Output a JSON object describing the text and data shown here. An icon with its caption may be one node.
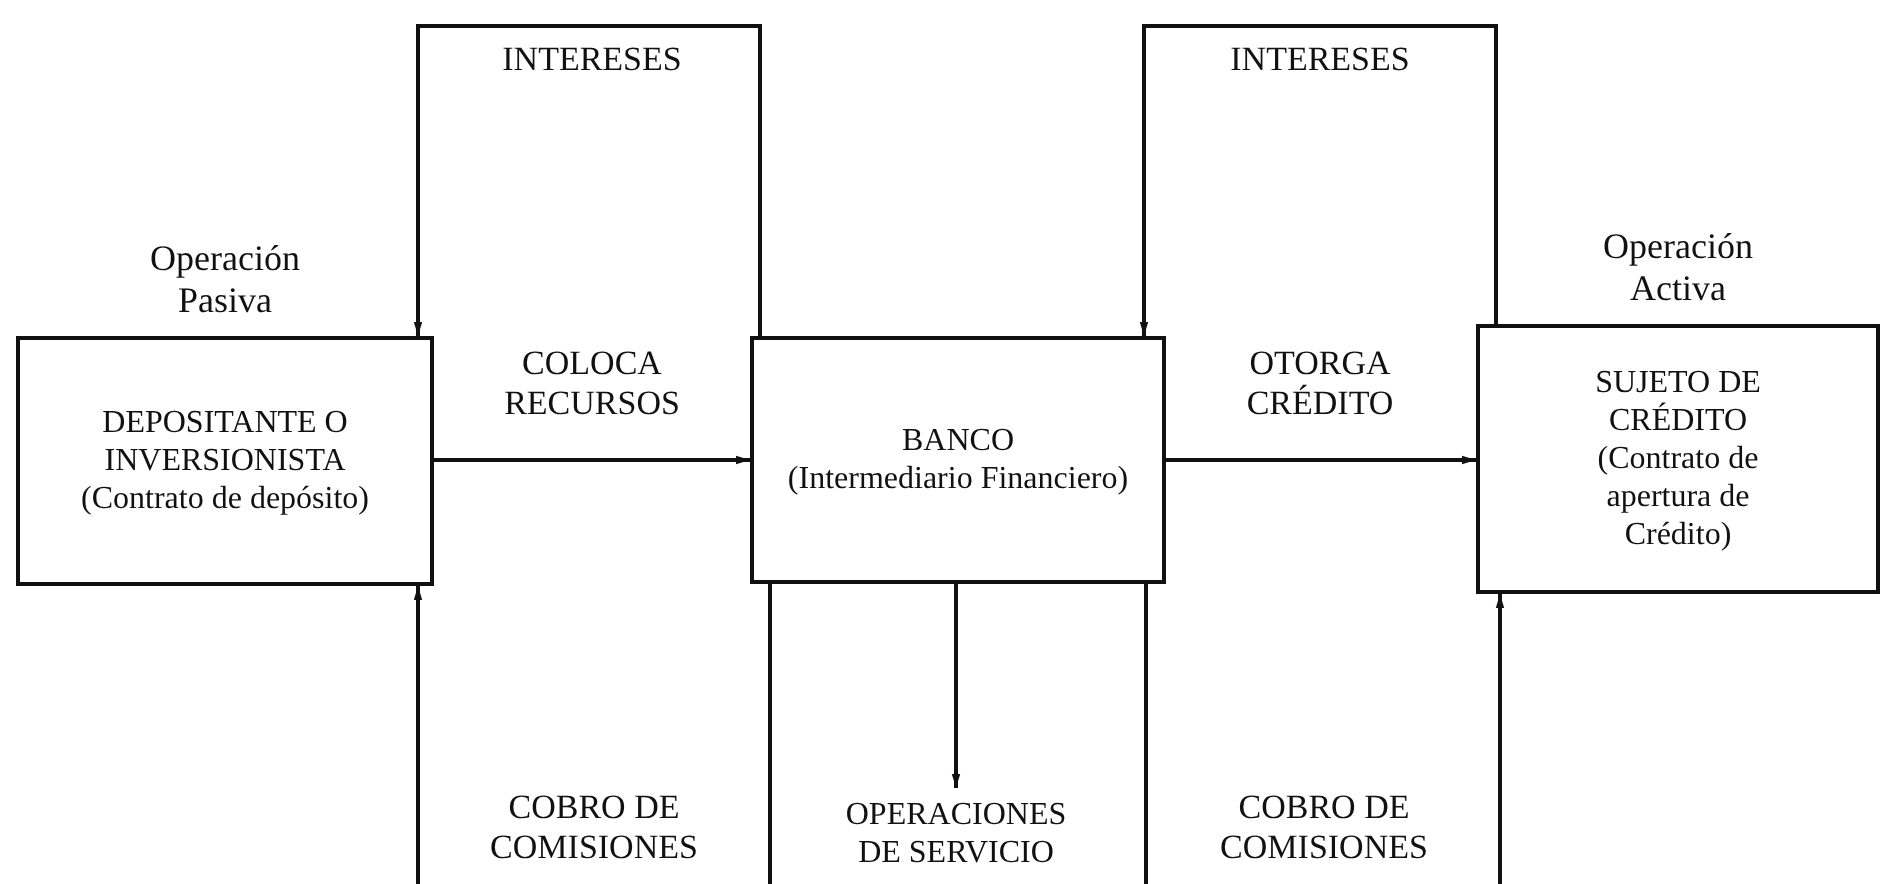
{
  "diagram": {
    "nodes": [
      {
        "text": [
          "Operación Pasiva",
          "DEPOSITANTE O INVERSIONISTA",
          "(Contrato de depósito)"
        ]
      },
      {
        "text": [
          "BANCO",
          "(Intermediario Financiero)"
        ]
      },
      {
        "text": [
          "Operación Activa",
          "SUJETO DE CRÉDITO",
          "(Contrato de apertura de Crédito)"
        ]
      },
      {
        "text": [
          "OPERACIONES DE SERVICIO"
        ]
      }
    ],
    "edges": [
      {
        "from": 1,
        "to": 0,
        "arrow": "to",
        "label": "INTERESES"
      },
      {
        "from": 0,
        "to": 1,
        "arrow": "to",
        "label": "COLOCA RECURSOS"
      },
      {
        "from": 1,
        "to": 0,
        "arrow": "to",
        "label": "COBRO DE COMISIONES"
      },
      {
        "from": 1,
        "to": 3,
        "arrow": "to"
      },
      {
        "from": 2,
        "to": 1,
        "arrow": "to",
        "label": "INTERESES"
      },
      {
        "from": 1,
        "to": 2,
        "arrow": "to",
        "label": "OTORGA CRÉDITO"
      },
      {
        "from": 1,
        "to": 2,
        "arrow": "to",
        "label": "COBRO DE COMISIONES"
      }
    ]
  }
}
